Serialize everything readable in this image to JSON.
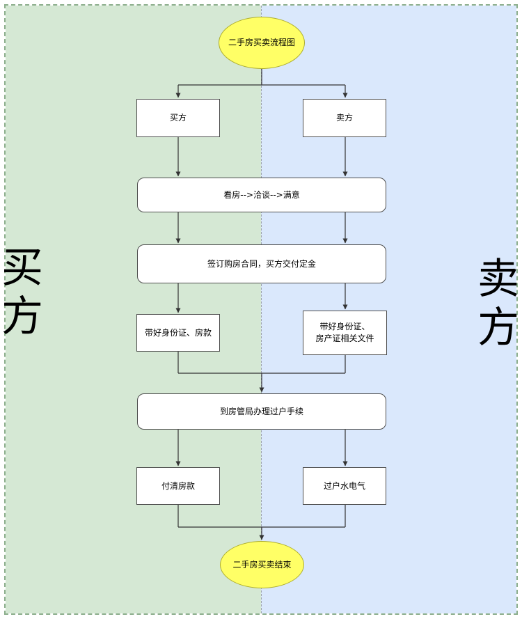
{
  "diagram": {
    "lanes": {
      "left": {
        "label": "买方"
      },
      "right": {
        "label": "卖方"
      }
    },
    "nodes": {
      "start": {
        "label": "二手房买卖流程图",
        "shape": "terminator"
      },
      "buyer": {
        "label": "买方",
        "shape": "process"
      },
      "seller": {
        "label": "卖方",
        "shape": "process"
      },
      "viewing": {
        "label": "看房-->洽谈-->满意",
        "shape": "process"
      },
      "contract": {
        "label": "签订购房合同，买方交付定金",
        "shape": "process"
      },
      "buyer_docs": {
        "label": "带好身份证、房款",
        "shape": "process"
      },
      "seller_docs": {
        "line1": "带好身份证、",
        "line2": "房产证相关文件",
        "shape": "process"
      },
      "transfer": {
        "label": "到房管局办理过户手续",
        "shape": "process"
      },
      "pay": {
        "label": "付清房款",
        "shape": "process"
      },
      "utilities": {
        "label": "过户水电气",
        "shape": "process"
      },
      "end": {
        "label": "二手房买卖结束",
        "shape": "terminator"
      }
    },
    "edges": [
      {
        "from": "start",
        "to": "buyer"
      },
      {
        "from": "start",
        "to": "seller"
      },
      {
        "from": "buyer",
        "to": "viewing"
      },
      {
        "from": "seller",
        "to": "viewing"
      },
      {
        "from": "viewing",
        "to": "contract"
      },
      {
        "from": "contract",
        "to": "buyer_docs"
      },
      {
        "from": "contract",
        "to": "seller_docs"
      },
      {
        "from": "buyer_docs",
        "to": "transfer"
      },
      {
        "from": "seller_docs",
        "to": "transfer"
      },
      {
        "from": "transfer",
        "to": "pay"
      },
      {
        "from": "transfer",
        "to": "utilities"
      },
      {
        "from": "pay",
        "to": "end"
      },
      {
        "from": "utilities",
        "to": "end"
      }
    ]
  },
  "colors": {
    "lane_left_bg": "#d5e8d4",
    "lane_right_bg": "#dae8fc",
    "terminator_fill": "#ffff66",
    "terminator_border": "#aeae2e",
    "node_fill": "#ffffff",
    "node_border": "#4d4d4d",
    "connector": "#333333",
    "page_border": "#8cae8c",
    "divider": "#9aa0a6",
    "lane_label_color": "#000000"
  }
}
